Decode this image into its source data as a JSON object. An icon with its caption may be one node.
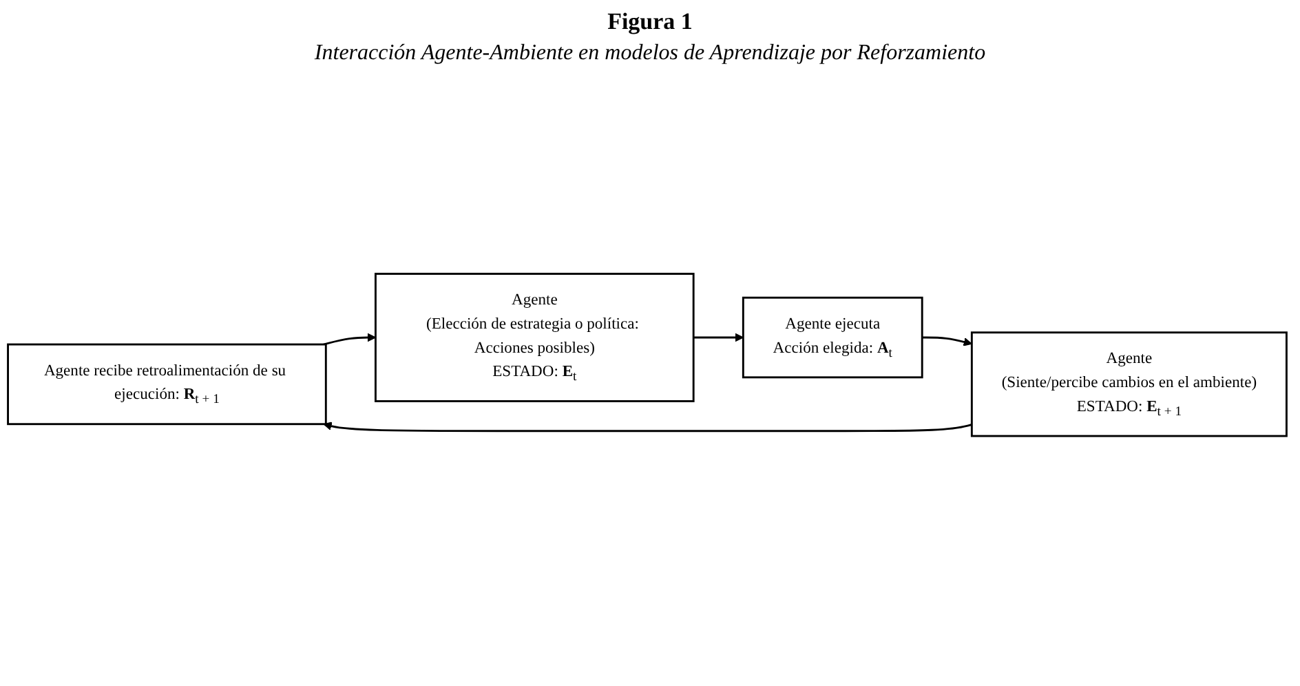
{
  "diagram": {
    "title": "Figura 1",
    "caption": "Interacción Agente-Ambiente en modelos de Aprendizaje por Reforzamiento",
    "nodes": [
      {
        "text": [
          "Agente recibe retroalimentación de su ejecución: **R**$_{t + 1}$"
        ]
      },
      {
        "text": [
          "Agente",
          "(Elección de estrategia o política: Acciones posibles)",
          "ESTADO: **E**$_{t}$"
        ]
      },
      {
        "text": [
          "Agente",
          "(Siente/percibe cambios en el ambiente)",
          "ESTADO: **E**$_{t + 1}$"
        ]
      },
      {
        "text": [
          "Agente ejecuta",
          "Acción elegida: **A**$_{t}$"
        ]
      }
    ],
    "edges": [
      {
        "from": 0,
        "to": 1,
        "arrow": "to"
      },
      {
        "from": 1,
        "to": 3,
        "arrow": "to"
      },
      {
        "from": 3,
        "to": 2,
        "arrow": "to"
      },
      {
        "from": 2,
        "to": 0,
        "arrow": "to"
      }
    ]
  }
}
